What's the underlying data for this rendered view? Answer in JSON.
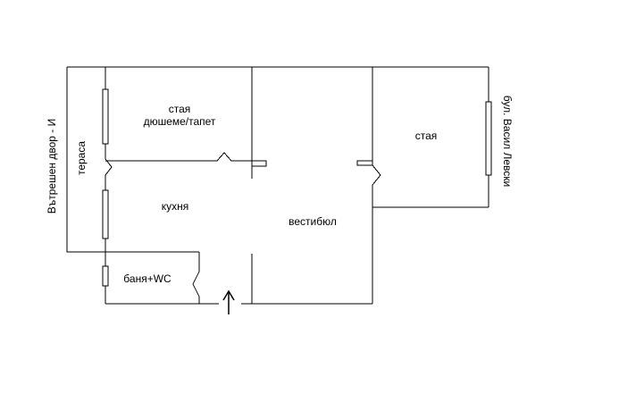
{
  "labels": {
    "room_top_left_1": "стая",
    "room_top_left_2": "дюшеме/тапет",
    "terrace": "тераса",
    "kitchen": "кухня",
    "hall": "вестибюл",
    "room_right": "стая",
    "bathroom": "баня+WC",
    "courtyard": "Вътрешен двор - И",
    "street": "бул. Васил Левски"
  },
  "colors": {
    "walls": "#000000",
    "background": "#ffffff"
  }
}
